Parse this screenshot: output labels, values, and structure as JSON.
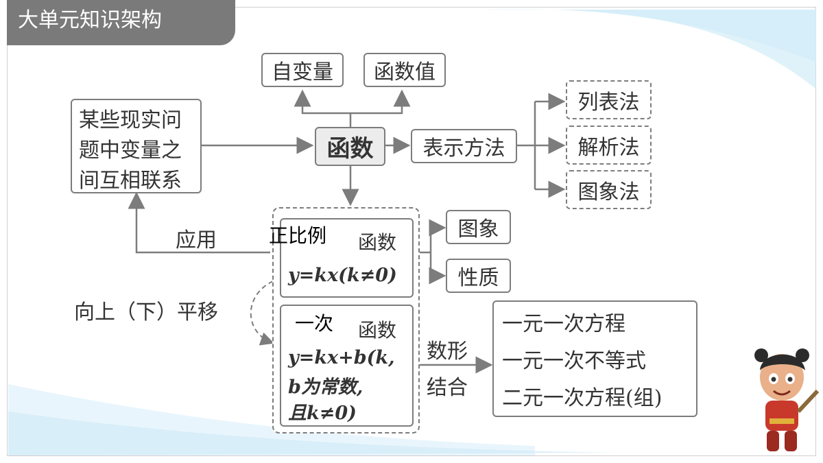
{
  "header": {
    "title": "大单元知识架构"
  },
  "diagram": {
    "core": "函数",
    "independent_var": "自变量",
    "function_value": "函数值",
    "origin": [
      "某些现实问",
      "题中变量之",
      "间互相联系"
    ],
    "representation": "表示方法",
    "methods": [
      "列表法",
      "解析法",
      "图象法"
    ],
    "apply_label": "应用",
    "shift_label": "向上（下）平移",
    "proportional": {
      "filled": "正比例",
      "suffix": "函数",
      "formula": "y=kx(k≠0)"
    },
    "linear": {
      "filled": "一次",
      "suffix": "函数",
      "formula_lines": [
        "y=kx+b(k,",
        "b为常数,",
        "且k≠0)"
      ]
    },
    "properties": [
      "图象",
      "性质"
    ],
    "shape_number_label": [
      "数形",
      "结合"
    ],
    "equations": [
      "一元一次方程",
      "一元一次不等式",
      "二元一次方程(组)"
    ]
  },
  "colors": {
    "tab": "#7a7a7a",
    "line": "#7c7c7c",
    "core_fill": "#ececec"
  },
  "decoration": {
    "character": "cartoon-boy-icon"
  }
}
